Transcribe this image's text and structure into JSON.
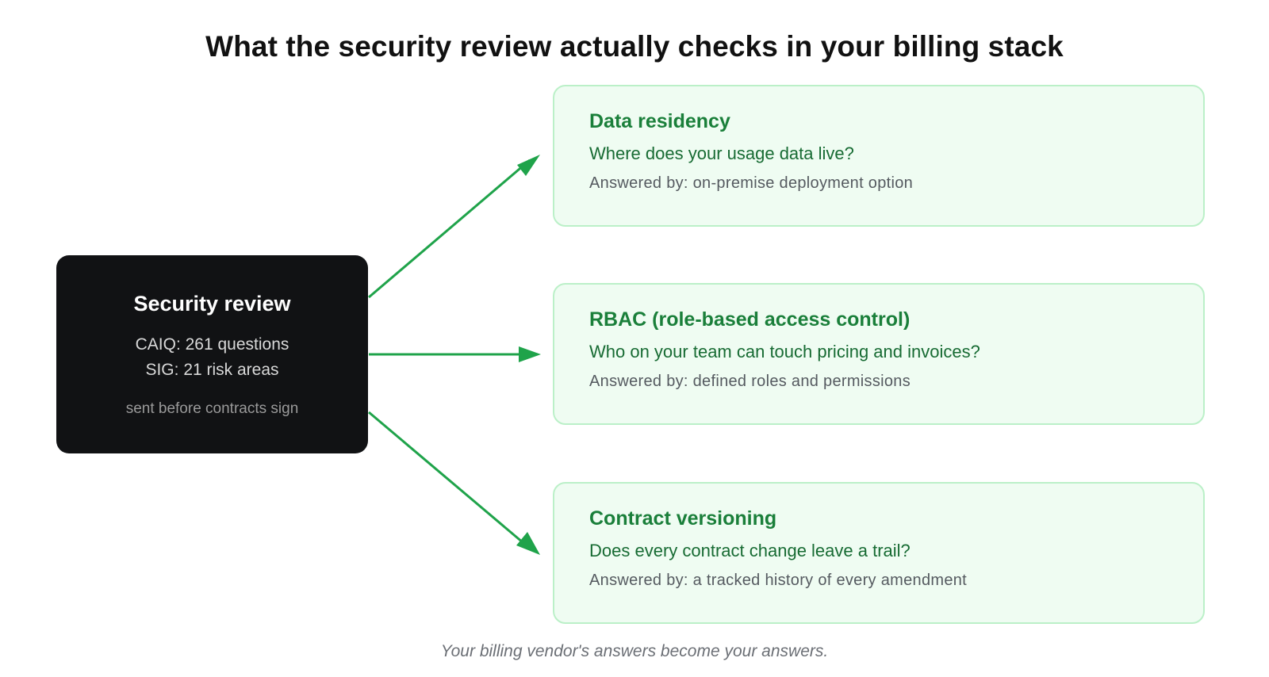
{
  "title": "What the security review actually checks in your billing stack",
  "source": {
    "title": "Security review",
    "line1": "CAIQ: 261 questions",
    "line2": "SIG: 21 risk areas",
    "note": "sent before contracts sign"
  },
  "checks": [
    {
      "title": "Data residency",
      "question": "Where does your usage data live?",
      "answer": "Answered by: on-premise deployment option"
    },
    {
      "title": "RBAC (role-based access control)",
      "question": "Who on your team can touch pricing and invoices?",
      "answer": "Answered by: defined roles and permissions"
    },
    {
      "title": "Contract versioning",
      "question": "Does every contract change leave a trail?",
      "answer": "Answered by: a tracked history of every amendment"
    }
  ],
  "footer": "Your billing vendor's answers become your answers.",
  "colors": {
    "arrow": "#1fa34a",
    "card_background": "#effcf2",
    "card_border": "#bbf0c8",
    "card_title": "#1a7f3a",
    "source_background": "#111214"
  }
}
